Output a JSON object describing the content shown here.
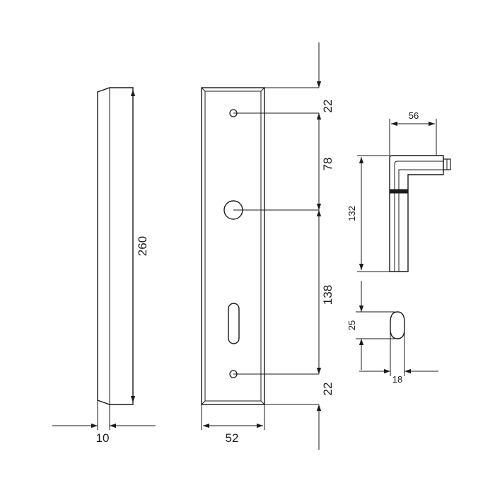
{
  "colors": {
    "line": "#1a1a1a",
    "background": "#ffffff"
  },
  "side_view": {
    "height_label": "260",
    "thickness_label": "10"
  },
  "front_view": {
    "width_label": "52",
    "top_margin_label": "22",
    "hole_to_spindle_label": "78",
    "spindle_to_hole_label": "138",
    "bottom_margin_label": "22"
  },
  "handle_view": {
    "length_label": "56",
    "height_label": "132"
  },
  "handle_section": {
    "height_label": "25",
    "width_label": "18"
  }
}
